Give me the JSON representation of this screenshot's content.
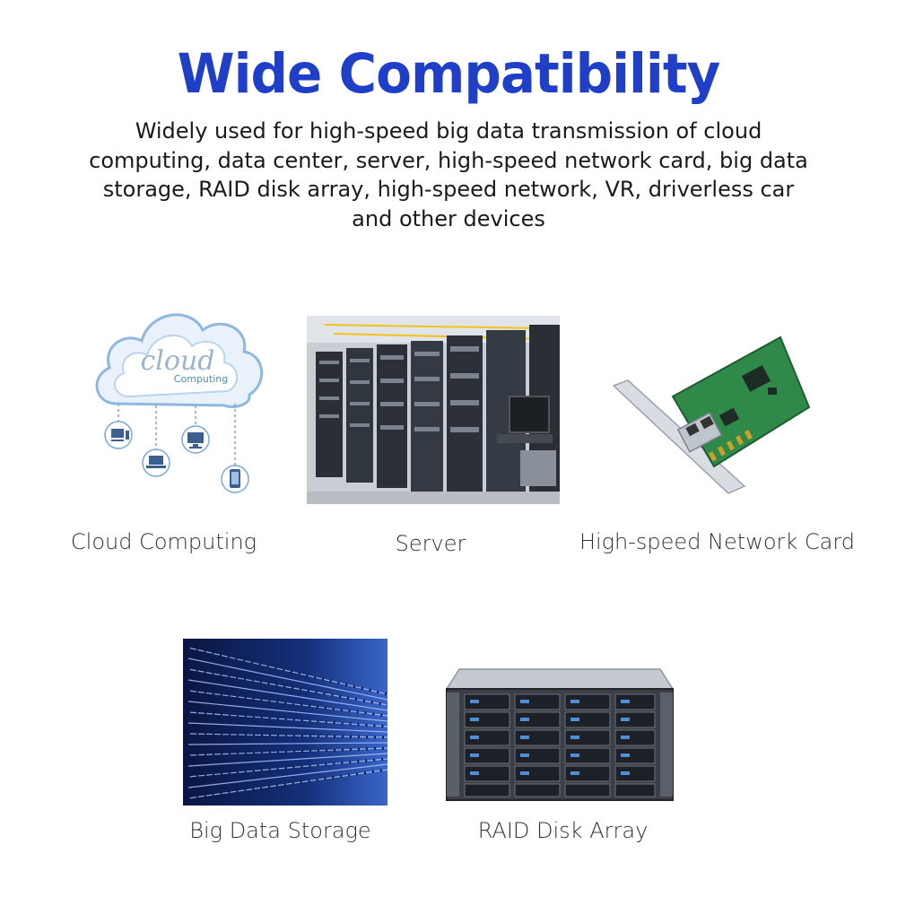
{
  "header": {
    "title": "Wide Compatibility",
    "description": "Widely used for high-speed big data transmission of cloud computing, data center, server, high-speed network card, big data storage, RAID disk array, high-speed network, VR, driverless car and other devices"
  },
  "cloud_image": {
    "script_text": "cloud",
    "sub_text": "Computing"
  },
  "captions": {
    "cloud": "Cloud Computing",
    "server": "Server",
    "network_card": "High-speed Network Card",
    "storage": "Big Data Storage",
    "raid": "RAID Disk Array"
  },
  "colors": {
    "title_blue": "#1f3fc8",
    "text": "#1a1a1a",
    "caption": "#333333",
    "pcb_green": "#2f8a4a",
    "data_blue": "#0b1a4d"
  }
}
